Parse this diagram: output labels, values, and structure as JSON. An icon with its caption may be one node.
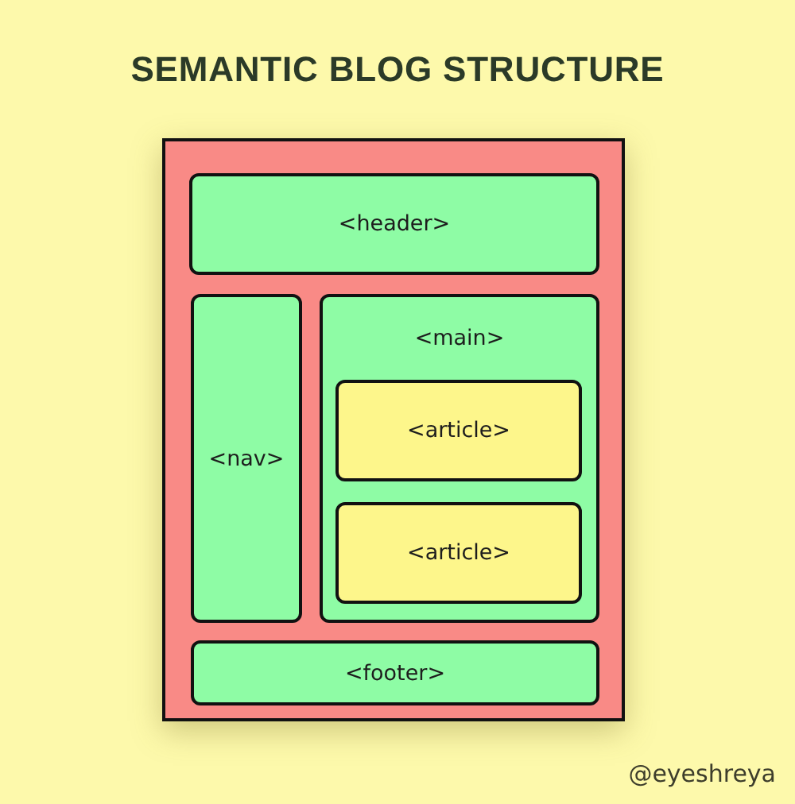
{
  "diagram": {
    "title": "SEMANTIC BLOG STRUCTURE",
    "nodes": [
      {
        "text": [],
        "shape": "box"
      },
      {
        "text": [
          "<header>"
        ],
        "in": 0
      },
      {
        "text": [
          "<nav>"
        ],
        "in": 0
      },
      {
        "text": [
          "<main>"
        ],
        "in": 0
      },
      {
        "text": [
          "<article>"
        ],
        "in": 3
      },
      {
        "text": [
          "<article>"
        ],
        "in": 3
      },
      {
        "text": [
          "<footer>"
        ],
        "in": 0
      }
    ],
    "labels": [
      "@eyeshreya"
    ]
  }
}
